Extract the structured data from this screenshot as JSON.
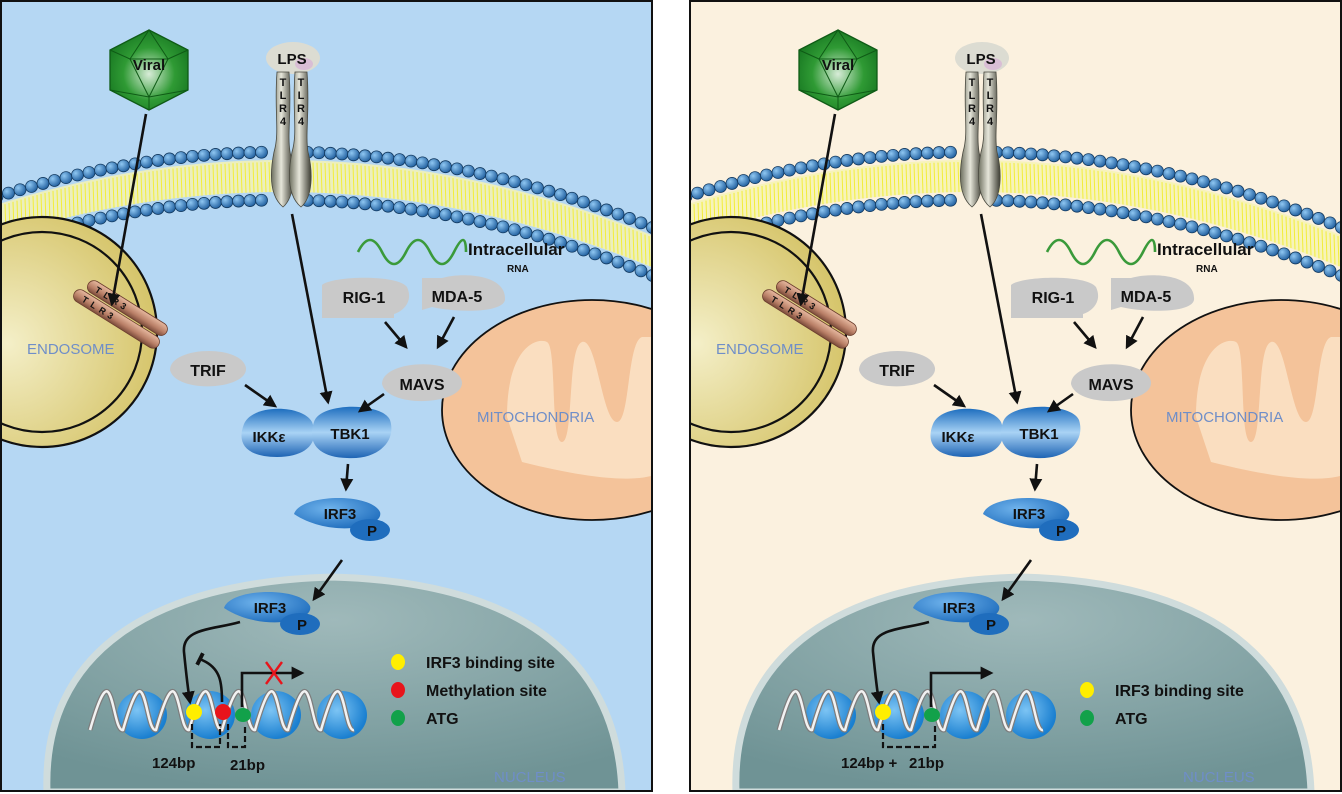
{
  "figure": {
    "panels": [
      {
        "id": "left",
        "background": "#b5d7f3",
        "labels": {
          "viral": "Viral",
          "lps": "LPS",
          "tlr4": "TLR4",
          "tlr3": "TLR3",
          "intracellular": "Intracellular",
          "rna": "RNA",
          "rig1": "RIG-1",
          "mda5": "MDA-5",
          "trif": "TRIF",
          "mavs": "MAVS",
          "ikke": "IKKε",
          "tbk1": "TBK1",
          "irf3": "IRF3",
          "phospho": "P",
          "endosome": "ENDOSOME",
          "mitochondria": "MITOCHONDRIA",
          "nucleus": "NUCLEUS",
          "bp_a": "124bp",
          "bp_b": "21bp"
        },
        "methylated": true,
        "transcription_blocked": true,
        "legend": [
          {
            "label": "IRF3 binding site",
            "color": "#ffee00"
          },
          {
            "label": "Methylation site",
            "color": "#e8141b"
          },
          {
            "label": "ATG",
            "color": "#12a14a"
          }
        ]
      },
      {
        "id": "right",
        "background": "#fbf1df",
        "labels": {
          "viral": "Viral",
          "lps": "LPS",
          "tlr4": "TLR4",
          "tlr3": "TLR3",
          "intracellular": "Intracellular",
          "rna": "RNA",
          "rig1": "RIG-1",
          "mda5": "MDA-5",
          "trif": "TRIF",
          "mavs": "MAVS",
          "ikke": "IKKε",
          "tbk1": "TBK1",
          "irf3": "IRF3",
          "phospho": "P",
          "endosome": "ENDOSOME",
          "mitochondria": "MITOCHONDRIA",
          "nucleus": "NUCLEUS",
          "bp_a": "124bp +",
          "bp_b": "21bp"
        },
        "methylated": false,
        "transcription_blocked": false,
        "legend": [
          {
            "label": "IRF3 binding site",
            "color": "#ffee00"
          },
          {
            "label": "ATG",
            "color": "#12a14a"
          }
        ]
      }
    ],
    "colors": {
      "membrane_head": "#2f7fc4",
      "membrane_tail": "#f2ee3a",
      "virus": "#1f8a2a",
      "endosome": "#d6c56b",
      "mitochondria": "#f4c39a",
      "nucleus": "#8faeb0",
      "adaptor_grey": "#c9c9c9",
      "kinase_blue": "#2c7fd0",
      "rna_green": "#3a9a3a",
      "inhibit_red": "#e8141b"
    }
  }
}
